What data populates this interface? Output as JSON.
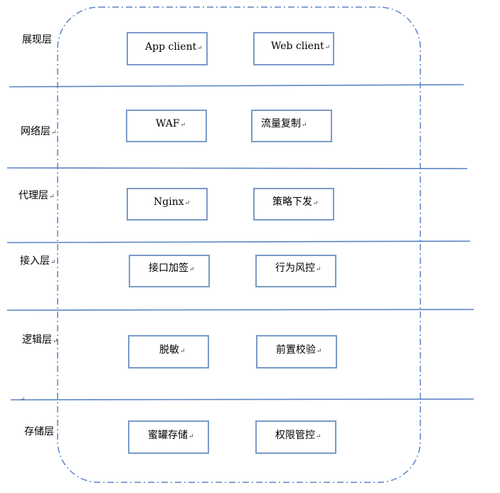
{
  "layers": [
    {
      "label": "展现层",
      "left": "App client",
      "right": "Web client"
    },
    {
      "label": "网络层",
      "left": "WAF",
      "right": "流量复制"
    },
    {
      "label": "代理层",
      "left": "Nginx",
      "right": "策略下发"
    },
    {
      "label": "接入层",
      "left": "接口加签",
      "right": "行为风控"
    },
    {
      "label": "逻辑层",
      "left": "脱敏",
      "right": "前置校验"
    },
    {
      "label": "存储层",
      "left": "蜜罐存储",
      "right": "权限管控"
    }
  ],
  "colors": {
    "line": "#5b84c4",
    "box": "#7a9bc7",
    "dash": "#5b84c4"
  }
}
